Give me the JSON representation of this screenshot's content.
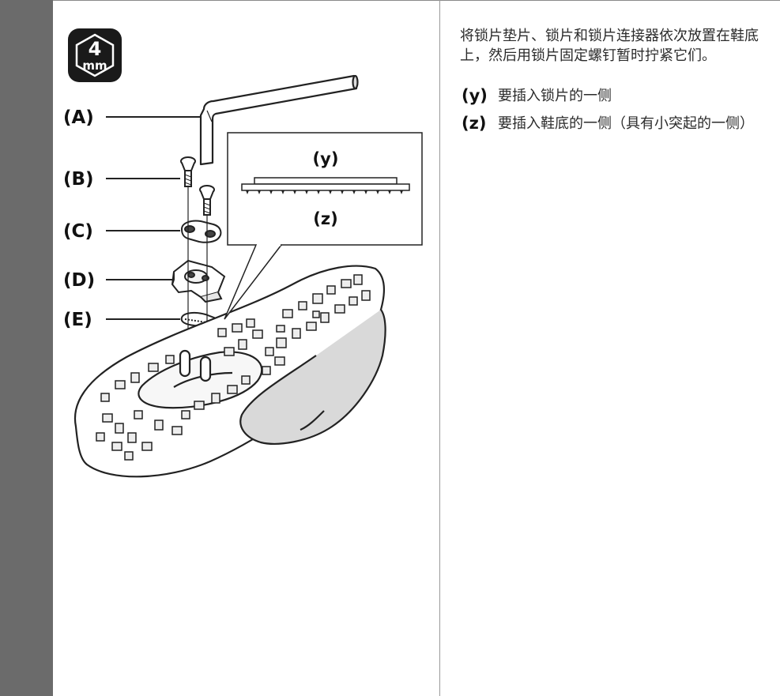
{
  "tool_badge": {
    "size": "4",
    "unit": "mm",
    "icon": "hex-wrench-size-icon"
  },
  "figure": {
    "part_labels": [
      "(A)",
      "(B)",
      "(C)",
      "(D)",
      "(E)"
    ],
    "inset_labels": {
      "top": "(y)",
      "bottom": "(z)"
    }
  },
  "instructions": {
    "intro": "将锁片垫片、锁片和锁片连接器依次放置在鞋底上，然后用锁片固定螺钉暂时拧紧它们。",
    "notes": [
      {
        "key": "(y)",
        "text": "要插入锁片的一侧"
      },
      {
        "key": "(z)",
        "text": "要插入鞋底的一侧（具有小突起的一侧）"
      }
    ]
  },
  "colors": {
    "side_bar": "#6b6b6b",
    "divider": "#9a9a9a",
    "badge": "#1a1a1a"
  }
}
